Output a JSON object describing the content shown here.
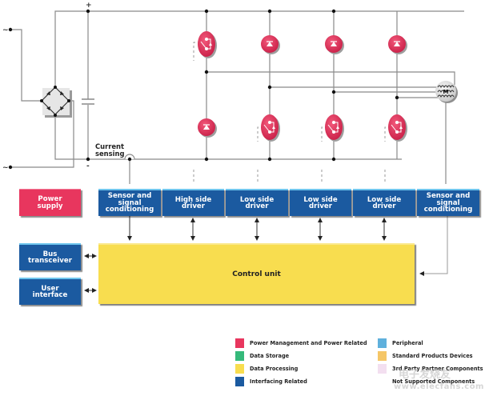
{
  "circuit": {
    "ac_in_top": "~",
    "ac_in_bottom": "~",
    "dc_plus": "+",
    "dc_minus": "-",
    "current_sensing": [
      "Current",
      "sensing"
    ],
    "motor_symbol": "M"
  },
  "blocks": {
    "power_supply": "Power supply",
    "sensor_left": "Sensor and signal conditioning",
    "high_side_driver": "High side driver",
    "low_side_driver_1": "Low side driver",
    "low_side_driver_2": "Low side driver",
    "low_side_driver_3": "Low side driver",
    "sensor_right": "Sensor and signal conditioning",
    "bus_transceiver": "Bus transceiver",
    "user_interface": "User interface",
    "control_unit": "Control unit"
  },
  "legend": [
    {
      "label": "Power Management and Power Related",
      "color": "#e8365e"
    },
    {
      "label": "Data Storage",
      "color": "#35b97a"
    },
    {
      "label": "Data Processing",
      "color": "#f8dd4f"
    },
    {
      "label": "Interfacing Related",
      "color": "#1b5aa0"
    },
    {
      "label": "Peripheral",
      "color": "#5fb0dc"
    },
    {
      "label": "Standard Products Devices",
      "color": "#f5c667"
    },
    {
      "label": "3rd Party Partner Components",
      "color": "#f3dff0"
    },
    {
      "label": "Not Supported Components",
      "color": "#ffffff"
    }
  ],
  "watermark": {
    "line1": "电子发烧友",
    "line2": "www.elecfans.com"
  },
  "colors": {
    "power": "#e8365e",
    "interfacing": "#1b5aa0",
    "processing": "#f8dd4f",
    "wire": "#8a8a8a"
  }
}
